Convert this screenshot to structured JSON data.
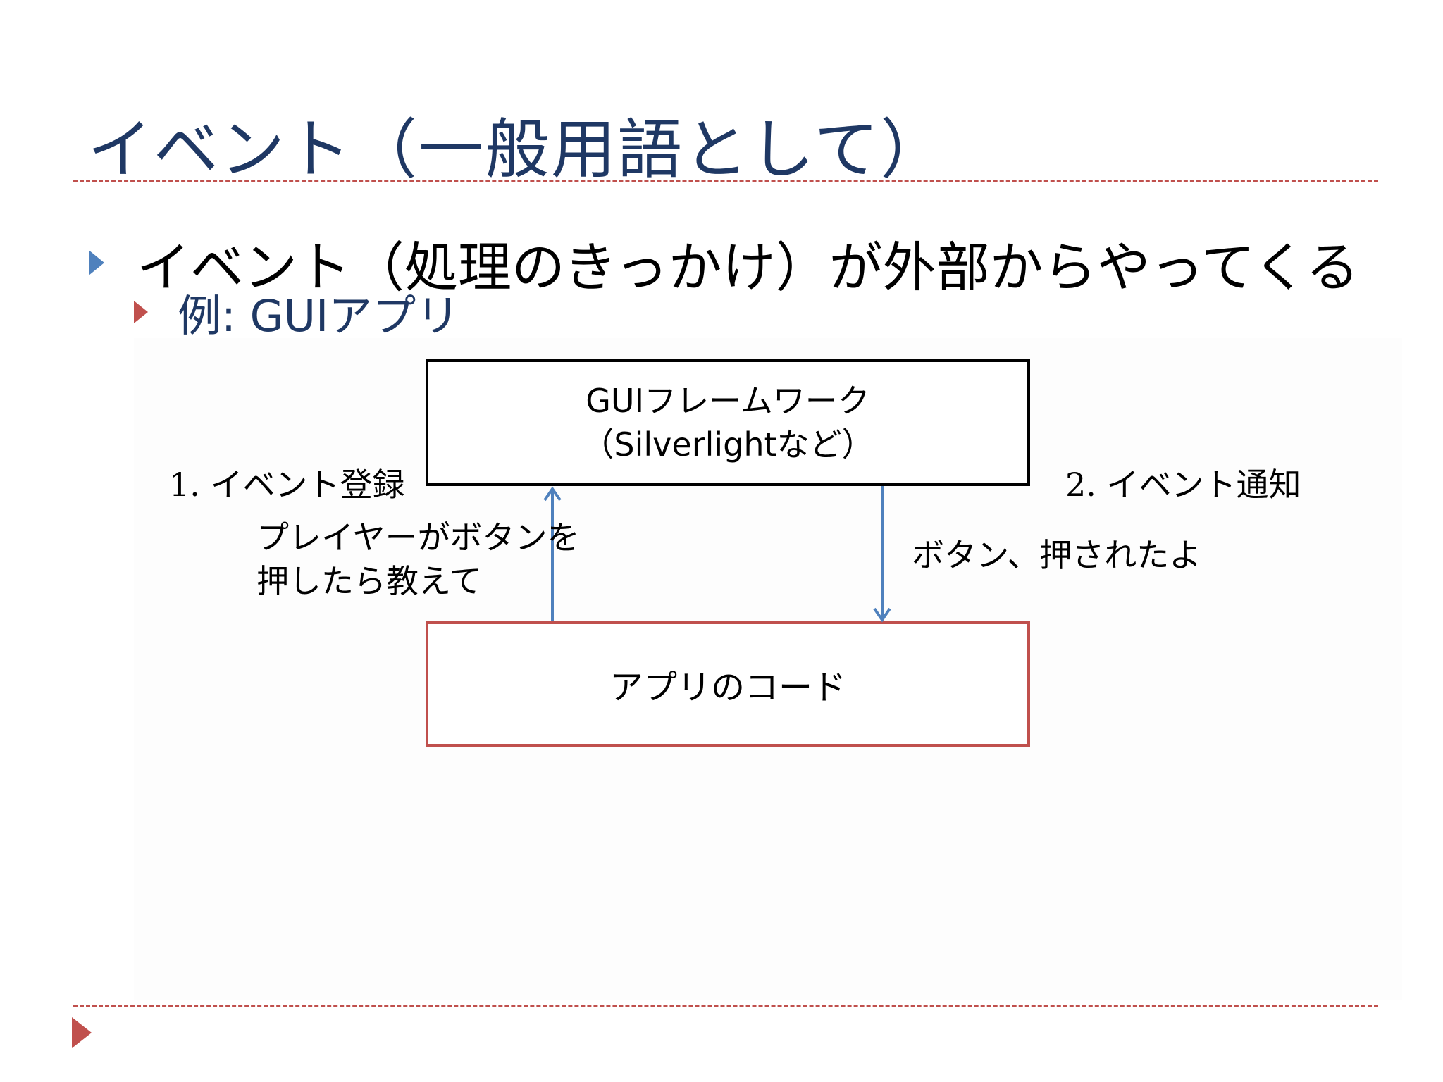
{
  "slide": {
    "title": "イベント（一般用語として）",
    "bullets": [
      {
        "text": "イベント（処理のきっかけ）が外部からやってくる",
        "marker_color": "#4f81bd"
      }
    ],
    "sub_bullets": [
      {
        "text": "例: GUIアプリ",
        "marker_color": "#c0504d"
      }
    ],
    "accent_color": "#c0504d",
    "title_color": "#1f3864"
  },
  "diagram": {
    "framework_box": {
      "line1": "GUIフレームワーク",
      "line2": "（Silverlightなど）",
      "border_color": "#000000"
    },
    "app_box": {
      "text": "アプリのコード",
      "border_color": "#c0504d"
    },
    "register_label": "1. イベント登録",
    "notify_label": "2. イベント通知",
    "register_note": {
      "line1": "プレイヤーがボタンを",
      "line2": "押したら教えて"
    },
    "notify_note": "ボタン、押されたよ",
    "arrow_color": "#4f81bd"
  }
}
